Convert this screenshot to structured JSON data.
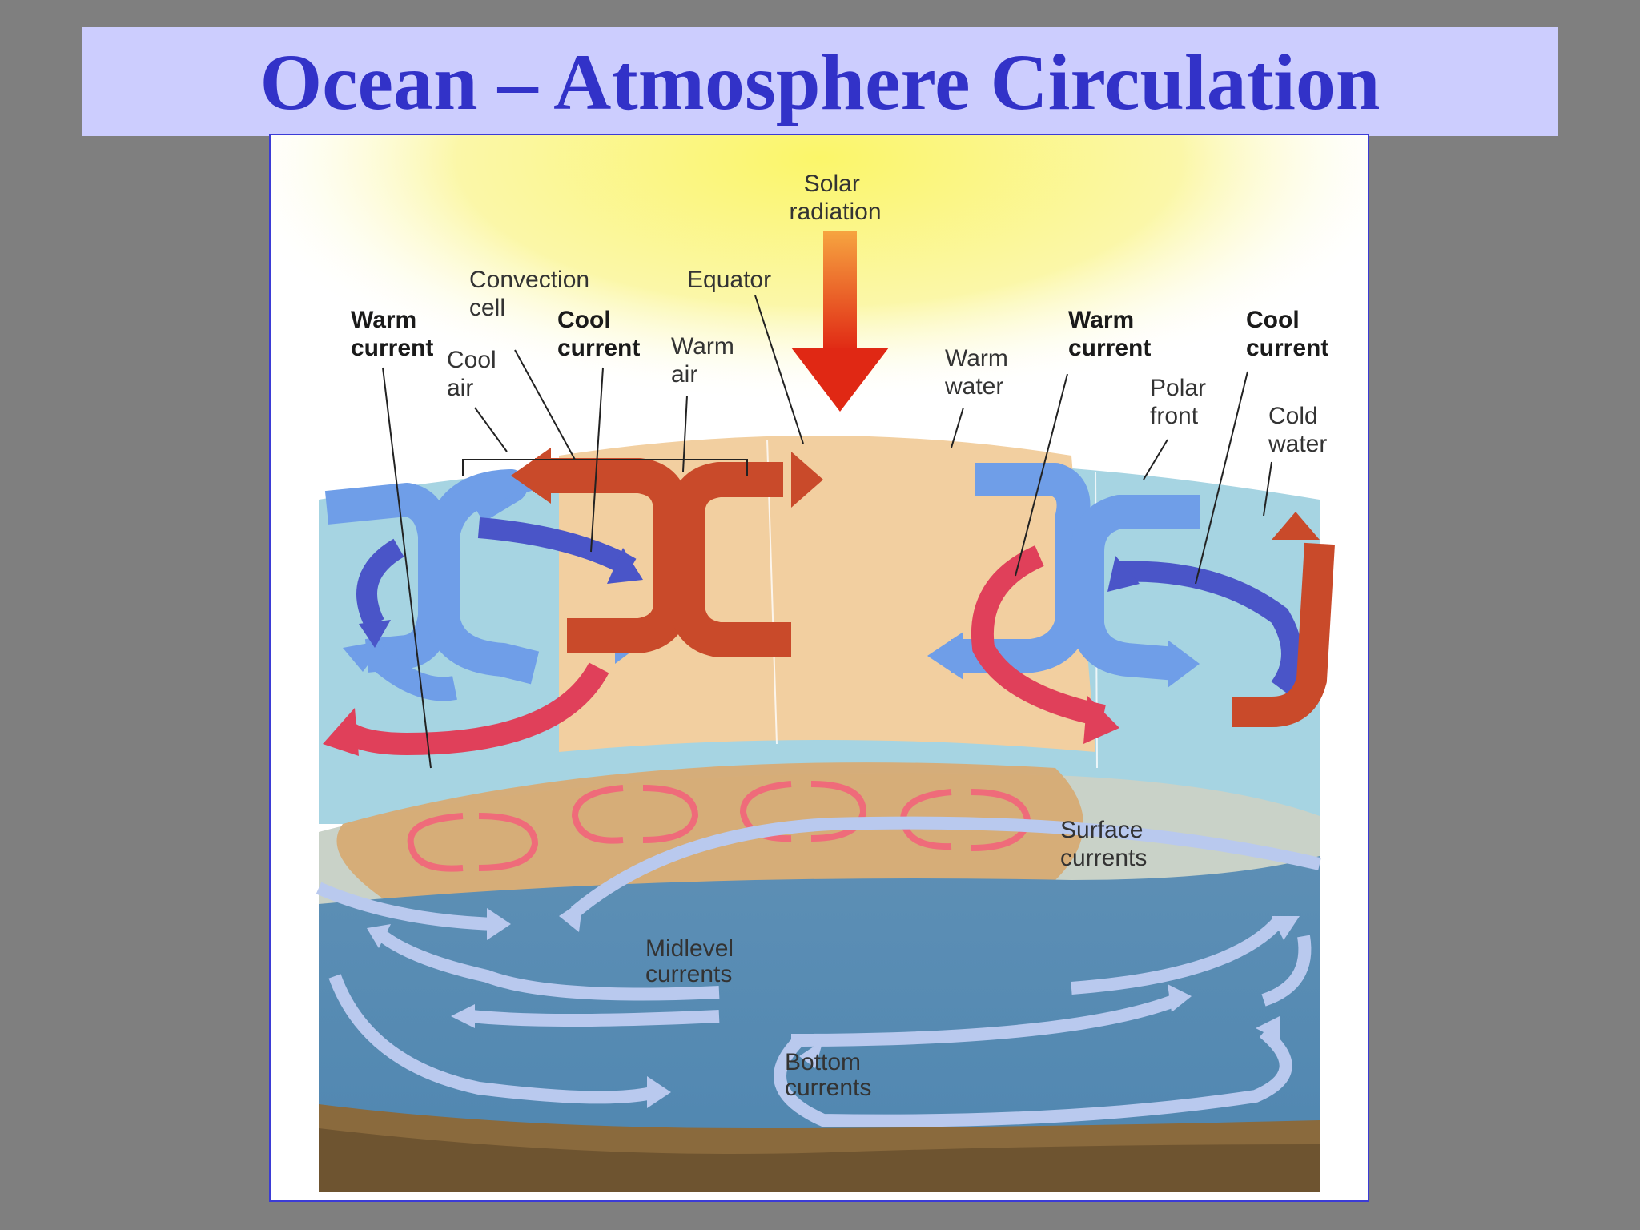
{
  "title": "Ocean – Atmosphere Circulation",
  "labels": {
    "solar_radiation": [
      "Solar",
      "radiation"
    ],
    "convection_cell": [
      "Convection",
      "cell"
    ],
    "equator": "Equator",
    "warm_current_left": [
      "Warm",
      "current"
    ],
    "cool_air": [
      "Cool",
      "air"
    ],
    "cool_current_left": [
      "Cool",
      "current"
    ],
    "warm_air": [
      "Warm",
      "air"
    ],
    "warm_water": [
      "Warm",
      "water"
    ],
    "warm_current_right": [
      "Warm",
      "current"
    ],
    "polar_front": [
      "Polar",
      "front"
    ],
    "cool_current_right": [
      "Cool",
      "current"
    ],
    "cold_water": [
      "Cold",
      "water"
    ],
    "surface_currents": [
      "Surface",
      "currents"
    ],
    "midlevel_currents": [
      "Midlevel",
      "currents"
    ],
    "bottom_currents": [
      "Bottom",
      "currents"
    ]
  },
  "colors": {
    "background": "#7f7f7f",
    "title_bar": "#cccdfe",
    "title_text": "#3232c8",
    "warm_arrow": "#c94a2a",
    "cool_arrow": "#5b86d8",
    "warm_current_arrow": "#e0405a",
    "cool_current_arrow": "#4a55c8",
    "deep_arrow": "#b9c9ee"
  }
}
